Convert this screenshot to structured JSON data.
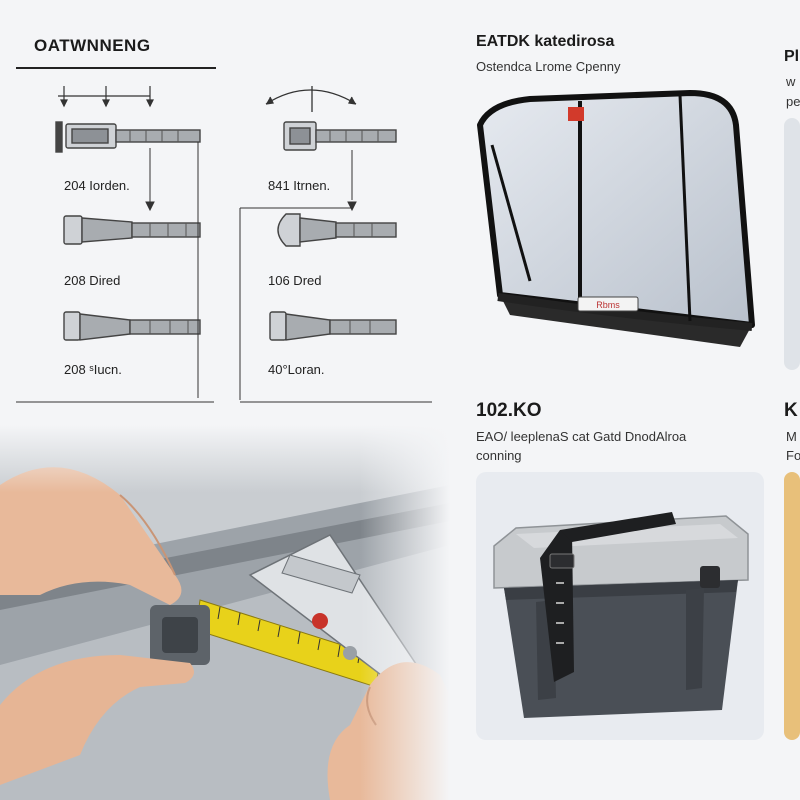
{
  "diagram": {
    "title": "OATWNNENG",
    "labels": [
      "204 Iorden.",
      "841 Itrnen.",
      "208 Dired",
      "106 Dred",
      "208 ˢIucn.",
      "40°Loran."
    ]
  },
  "products": [
    {
      "title": "EATDK katedirosa",
      "subtitle": "Ostendca Lrome Cpenny",
      "image": "mesh-storage-bag-illustration",
      "tag_text": "Rbms"
    },
    {
      "title": "102.KO",
      "subtitle_line1": "EAO/ leeplenaS cat Gatd DnodAlroa",
      "subtitle_line2": "conning",
      "image": "strapped-storage-box-illustration"
    }
  ],
  "edge_cards": [
    {
      "title": "Pl",
      "line1": "w",
      "line2": "pe"
    },
    {
      "title": "K",
      "line1": "M",
      "line2": "Fo"
    }
  ],
  "photo": {
    "description_icon": "caliper-measuring-photo"
  },
  "colors": {
    "background": "#f4f5f7",
    "ink": "#1b1b1b",
    "tape_yellow": "#e8d21a",
    "box_gray": "#4a4f56",
    "lid_gray": "#bfc2c6",
    "mesh": "#d6dbe2"
  }
}
